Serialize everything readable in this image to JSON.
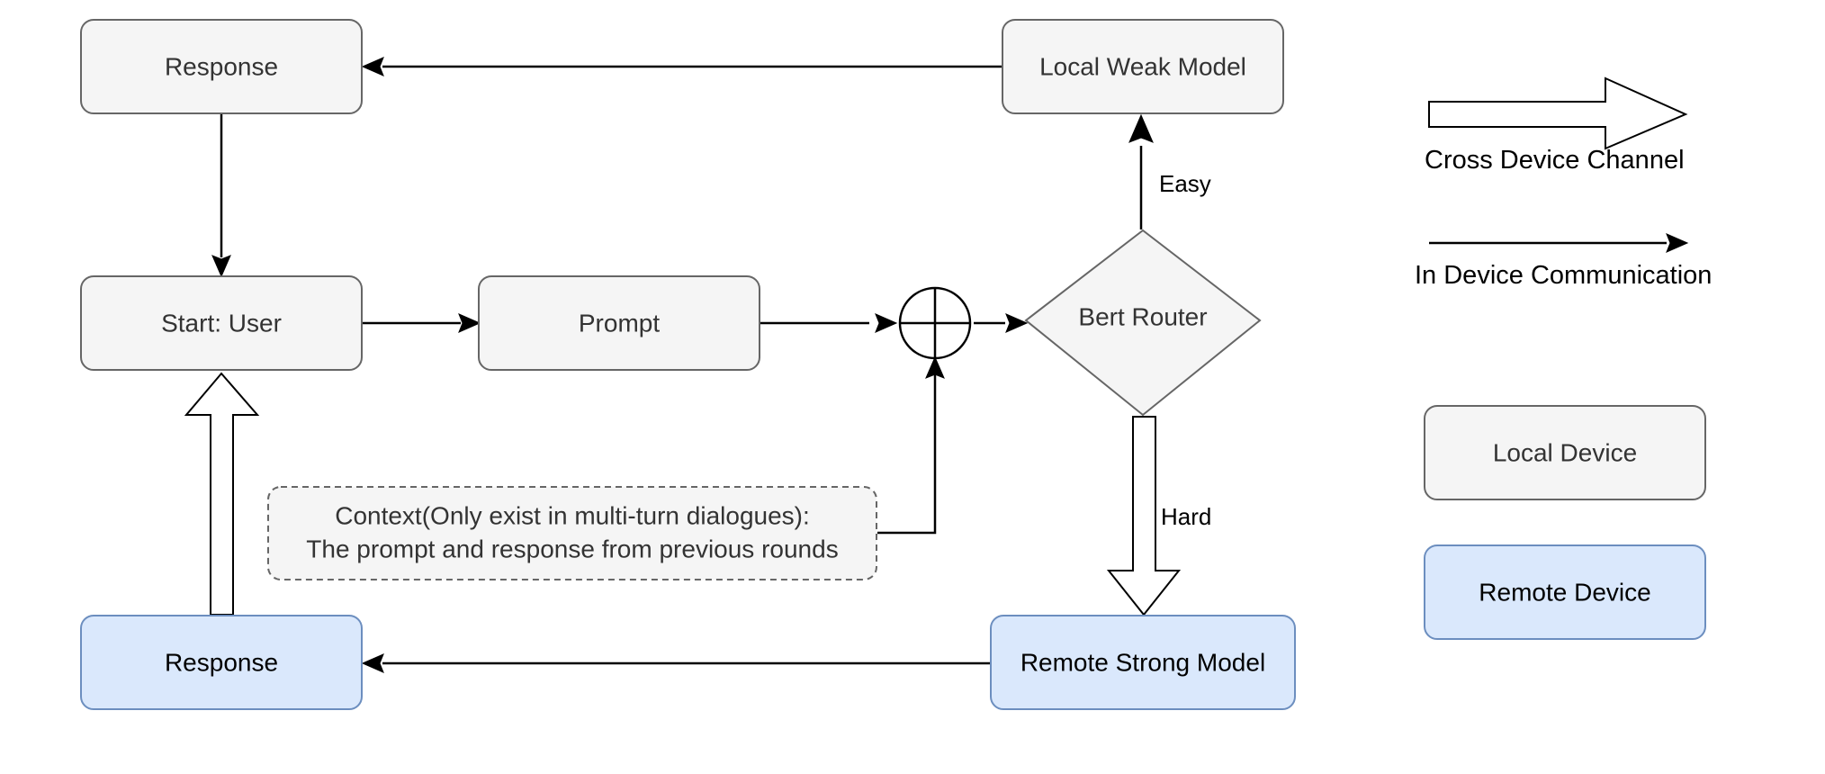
{
  "nodes": {
    "response_top": "Response",
    "local_weak_model": "Local Weak Model",
    "start_user": "Start: User",
    "prompt": "Prompt",
    "bert_router": "Bert Router",
    "context_line1": "Context(Only exist in multi-turn dialogues):",
    "context_line2": "The prompt and response from previous rounds",
    "response_bottom": "Response",
    "remote_strong_model": "Remote Strong Model"
  },
  "edges": {
    "easy": "Easy",
    "hard": "Hard"
  },
  "legend": {
    "cross_device": "Cross Device Channel",
    "in_device": "In Device Communication",
    "local_device": "Local Device",
    "remote_device": "Remote Device"
  },
  "colors": {
    "local_fill": "#f5f5f5",
    "local_stroke": "#666666",
    "remote_fill": "#dae8fc",
    "remote_stroke": "#6c8ebf",
    "arrow": "#000000"
  }
}
